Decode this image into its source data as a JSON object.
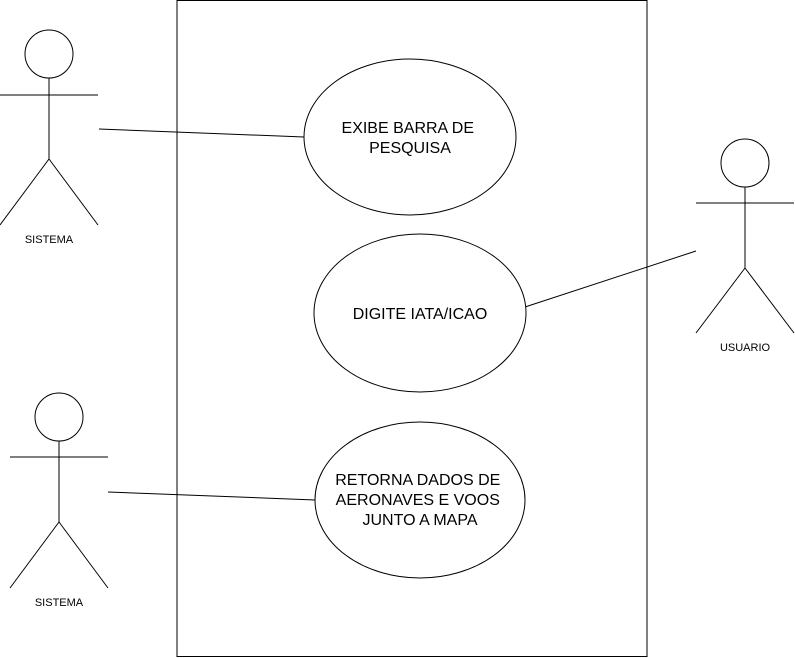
{
  "diagram": {
    "type": "use-case",
    "colors": {
      "stroke": "#000000",
      "background": "#ffffff"
    },
    "actors": [
      {
        "id": "actor1",
        "label": "SISTEMA"
      },
      {
        "id": "actor2",
        "label": "SISTEMA"
      },
      {
        "id": "actor3",
        "label": "USUARIO"
      }
    ],
    "use_cases": [
      {
        "id": "uc1",
        "lines": [
          "EXIBE BARRA DE",
          "PESQUISA"
        ]
      },
      {
        "id": "uc2",
        "lines": [
          "DIGITE IATA/ICAO"
        ]
      },
      {
        "id": "uc3",
        "lines": [
          "RETORNA DADOS DE",
          "AERONAVES E VOOS",
          "JUNTO A MAPA"
        ]
      }
    ],
    "associations": [
      {
        "from": "actor1",
        "to": "uc1"
      },
      {
        "from": "actor3",
        "to": "uc2"
      },
      {
        "from": "actor2",
        "to": "uc3"
      }
    ]
  }
}
